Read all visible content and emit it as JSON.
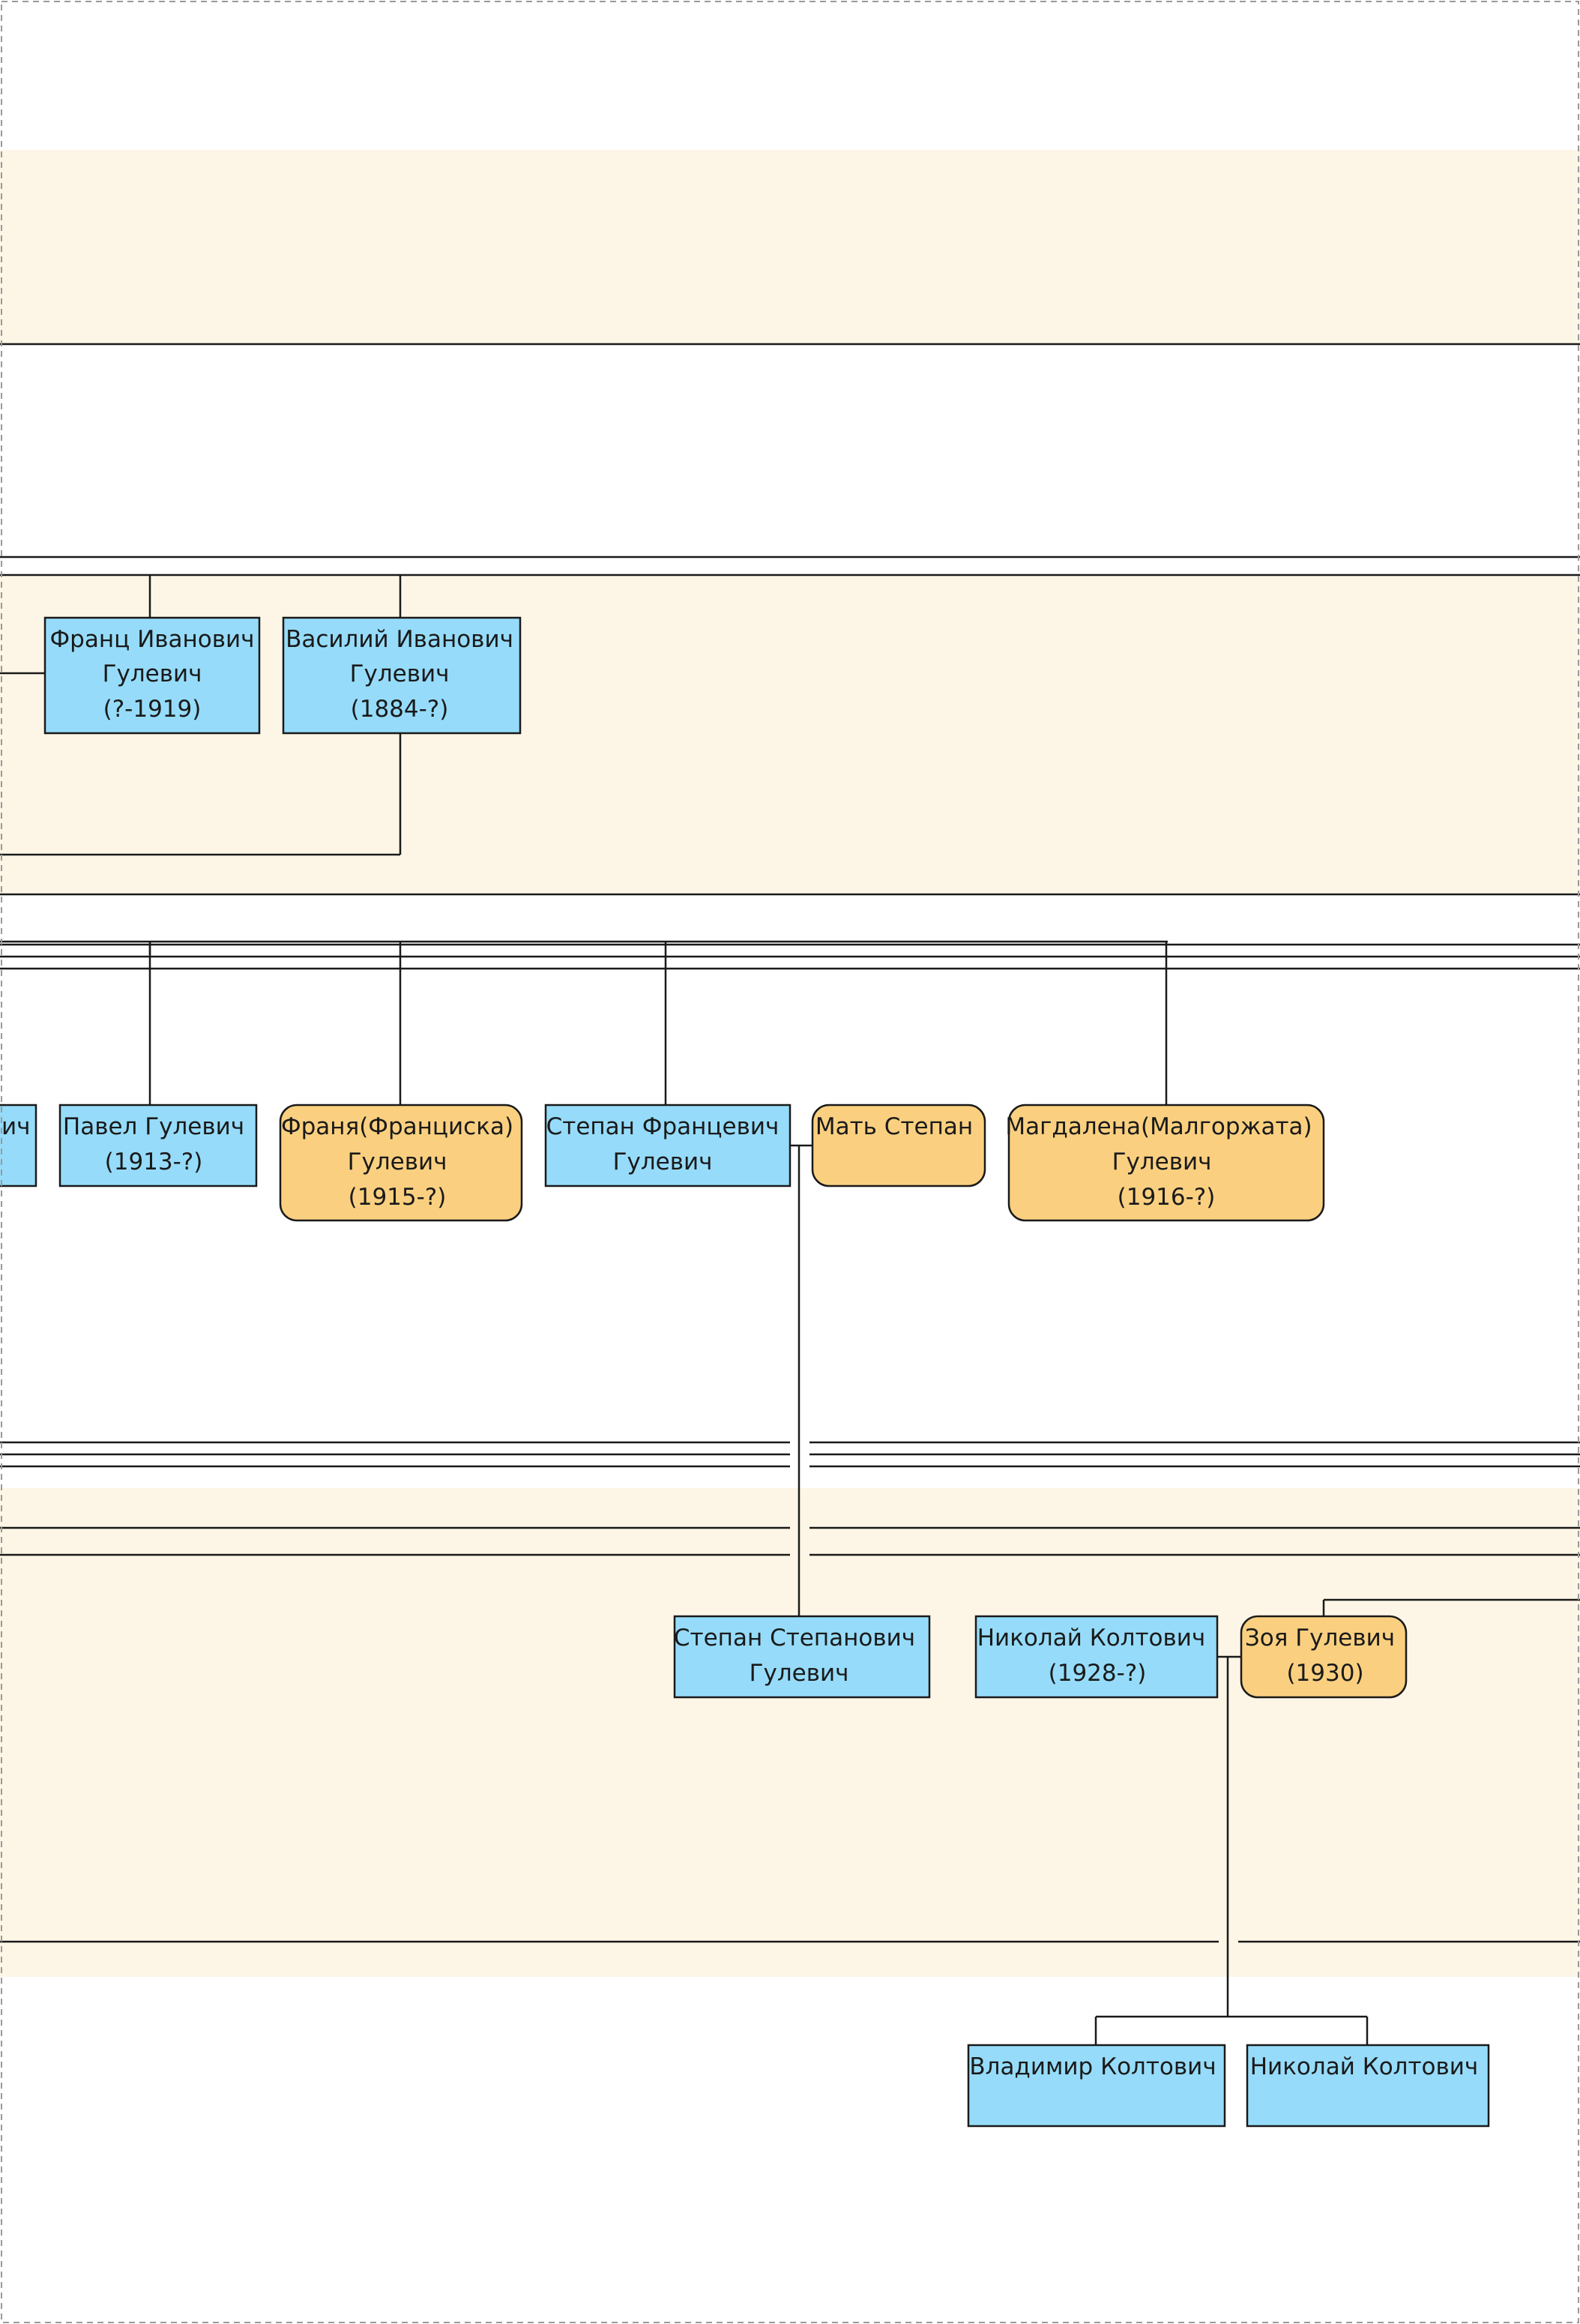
{
  "colors": {
    "band": "#fdf6e6",
    "male": "#96dcfa",
    "female": "#fad080",
    "line": "#1a1a1a",
    "border": "#9a9a9a"
  },
  "people": {
    "frants": [
      "Франц Иванович",
      "Гулевич",
      "(?-1919)"
    ],
    "vasily": [
      "Василий Иванович",
      "Гулевич",
      "(1884-?)"
    ],
    "partial": [
      "ич"
    ],
    "pavel": [
      "Павел Гулевич",
      "(1913-?)"
    ],
    "franya": [
      "Франя(Франциска)",
      "Гулевич",
      "(1915-?)"
    ],
    "stepan_f": [
      "Степан Францевич",
      "Гулевич"
    ],
    "mother_stepan": [
      "Мать Степан"
    ],
    "magdalena": [
      "Магдалена(Малгоржата)",
      "Гулевич",
      "(1916-?)"
    ],
    "stepan_s": [
      "Степан Степанович",
      "Гулевич"
    ],
    "nikolai_k": [
      "Николай Колтович",
      "(1928-?)"
    ],
    "zoya": [
      "Зоя Гулевич",
      "(1930)"
    ],
    "vladimir_k": [
      "Владимир Колтович"
    ],
    "nikolai_k2": [
      "Николай Колтович"
    ]
  }
}
